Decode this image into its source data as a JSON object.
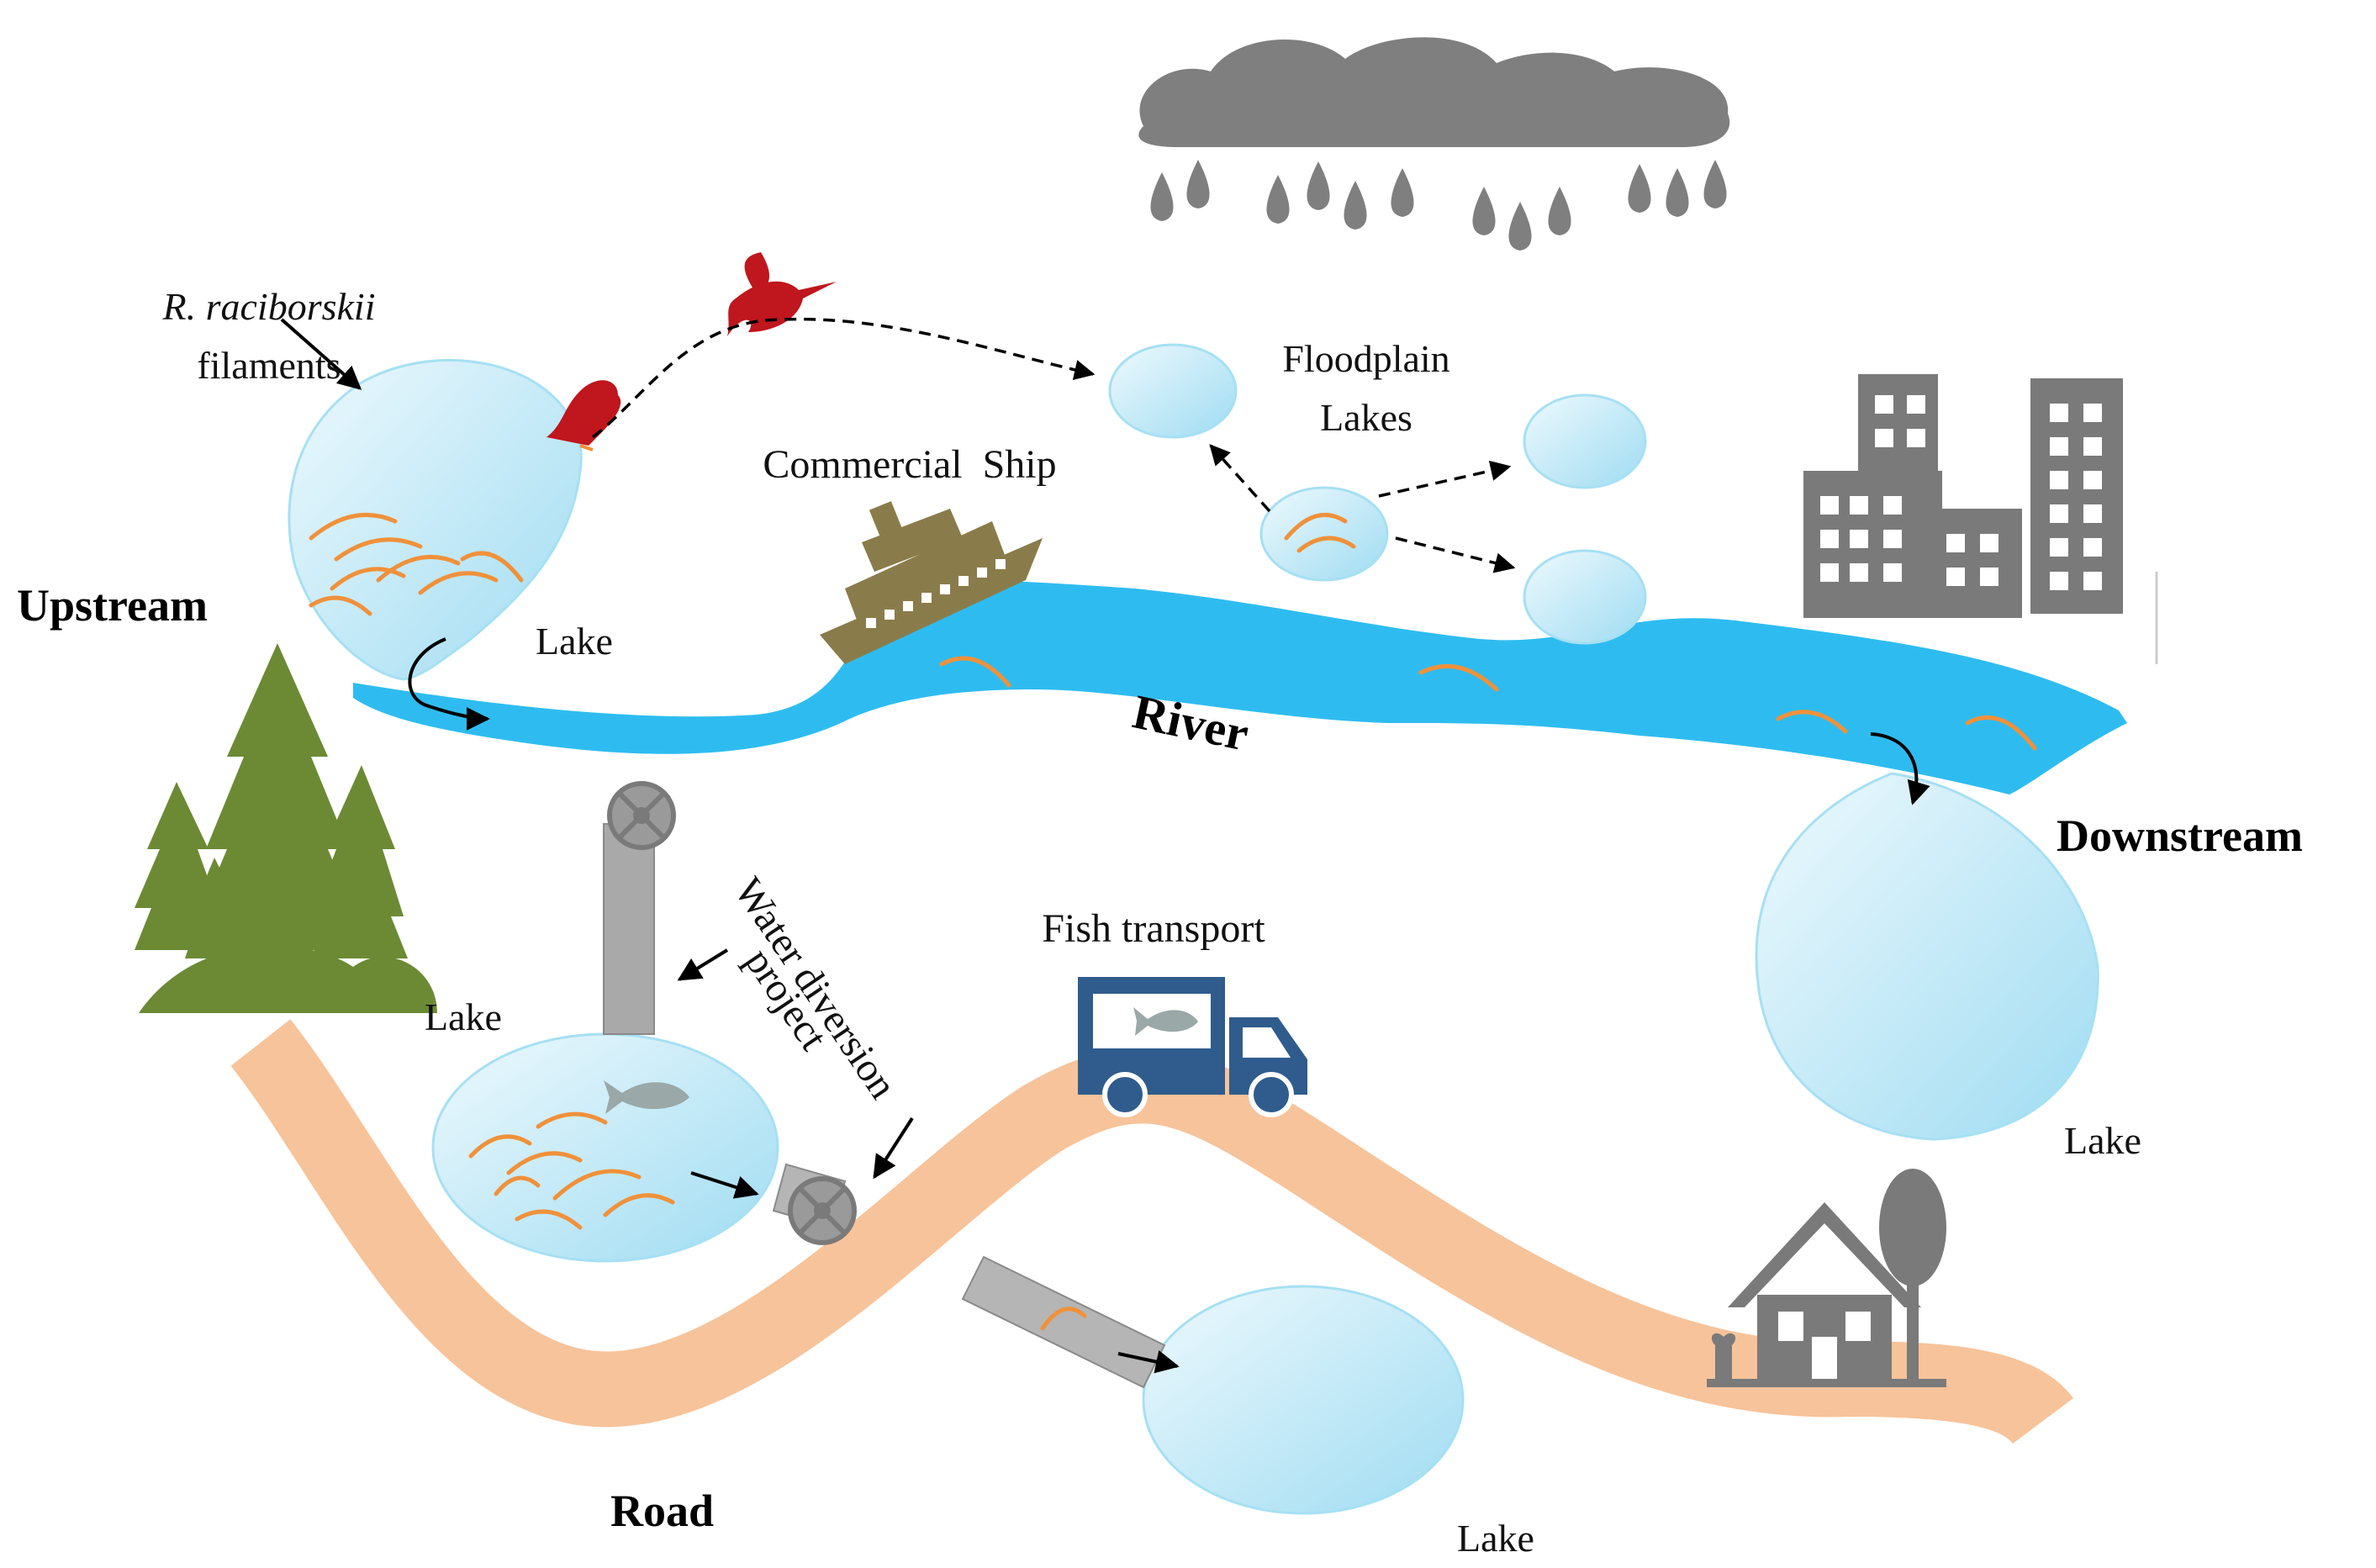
{
  "labels": {
    "species_line1": "R. raciborskii",
    "species_line2": "filaments",
    "upstream": "Upstream",
    "lake_upstream": "Lake",
    "commercial_ship": "Commercial  Ship",
    "floodplain_line1": "Floodplain",
    "floodplain_line2": "Lakes",
    "river": "River",
    "downstream": "Downstream",
    "lake_downstream": "Lake",
    "water_diversion_line1": "Water diversion",
    "water_diversion_line2": "project",
    "lake_diversion": "Lake",
    "fish_transport": "Fish transport",
    "road": "Road",
    "lake_bottom": "Lake"
  },
  "colors": {
    "river": "#2ebcf0",
    "lake_fill_light": "#eaf8fd",
    "lake_fill_dark": "#a6e0f3",
    "filament": "#f0913a",
    "road": "#f7c39a",
    "tree": "#6c8a34",
    "bird": "#c0161d",
    "ship": "#8a7c4a",
    "cloud": "#7f7f7f",
    "building": "#7a7a7a",
    "truck": "#2f5c8c",
    "pipe": "#a9a9a9"
  },
  "icons": [
    "cloud-icon",
    "raindrop-icon",
    "hummingbird-icon",
    "perched-bird-icon",
    "ship-icon",
    "building-icon",
    "tree-icon",
    "truck-icon",
    "fish-icon",
    "valve-icon",
    "house-icon"
  ]
}
